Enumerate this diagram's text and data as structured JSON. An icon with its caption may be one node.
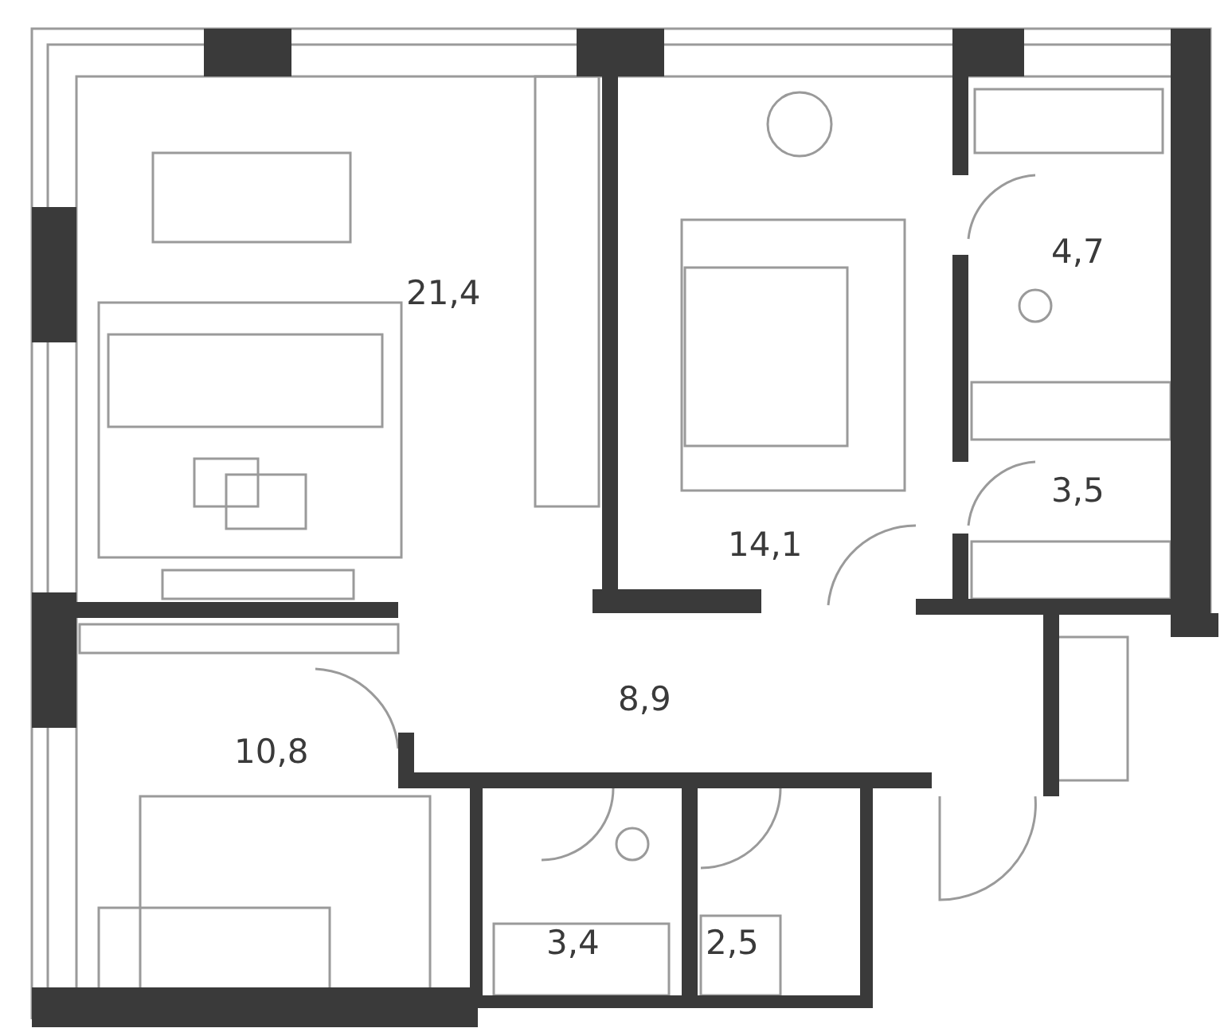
{
  "diagram": {
    "labels": [
      "21,4",
      "4,7",
      "14,1",
      "3,5",
      "8,9",
      "10,8",
      "3,4",
      "2,5"
    ]
  }
}
